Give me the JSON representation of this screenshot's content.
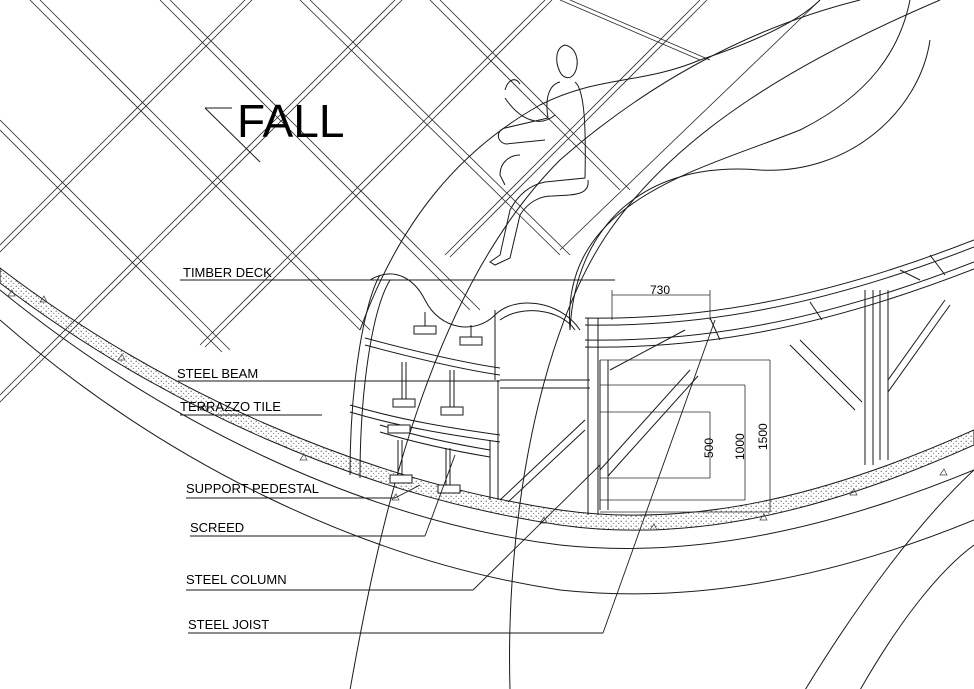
{
  "drawing": {
    "title": "FALL",
    "labels": [
      "TIMBER DECK",
      "STEEL BEAM",
      "TERRAZZO TILE",
      "SUPPORT PEDESTAL",
      "SCREED",
      "STEEL COLUMN",
      "STEEL JOIST"
    ],
    "dimensions": [
      "730",
      "500",
      "1000",
      "1500"
    ]
  }
}
